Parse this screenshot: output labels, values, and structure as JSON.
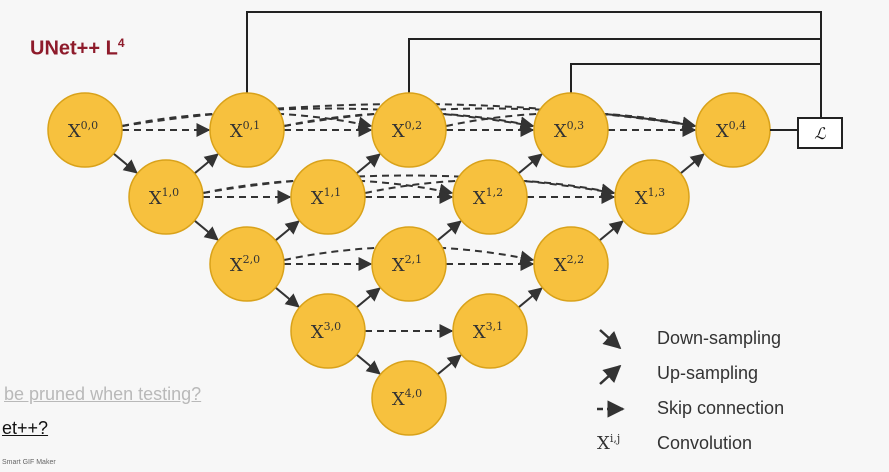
{
  "title": {
    "main": "UNet++ L",
    "sup": "4"
  },
  "nodes": [
    {
      "id": "0,0",
      "label": "X",
      "sup": "0,0"
    },
    {
      "id": "0,1",
      "label": "X",
      "sup": "0,1"
    },
    {
      "id": "0,2",
      "label": "X",
      "sup": "0,2"
    },
    {
      "id": "0,3",
      "label": "X",
      "sup": "0,3"
    },
    {
      "id": "0,4",
      "label": "X",
      "sup": "0,4"
    },
    {
      "id": "1,0",
      "label": "X",
      "sup": "1,0"
    },
    {
      "id": "1,1",
      "label": "X",
      "sup": "1,1"
    },
    {
      "id": "1,2",
      "label": "X",
      "sup": "1,2"
    },
    {
      "id": "1,3",
      "label": "X",
      "sup": "1,3"
    },
    {
      "id": "2,0",
      "label": "X",
      "sup": "2,0"
    },
    {
      "id": "2,1",
      "label": "X",
      "sup": "2,1"
    },
    {
      "id": "2,2",
      "label": "X",
      "sup": "2,2"
    },
    {
      "id": "3,0",
      "label": "X",
      "sup": "3,0"
    },
    {
      "id": "3,1",
      "label": "X",
      "sup": "3,1"
    },
    {
      "id": "4,0",
      "label": "X",
      "sup": "4,0"
    }
  ],
  "loss_box": {
    "label": "ℒ"
  },
  "legend": [
    {
      "type": "down",
      "label": "Down-sampling"
    },
    {
      "type": "up",
      "label": "Up-sampling"
    },
    {
      "type": "skip",
      "label": "Skip connection"
    },
    {
      "type": "conv",
      "symbol": "X",
      "sup": "i,j",
      "label": "Convolution"
    }
  ],
  "overlay_text": {
    "question_1": "be pruned when testing?",
    "question_2": "et++?",
    "watermark": "Smart GIF Maker"
  },
  "colors": {
    "node_fill": "#f7c13e",
    "node_stroke": "#d9a21a",
    "arrow": "#333333",
    "title": "#8e1b2b"
  }
}
